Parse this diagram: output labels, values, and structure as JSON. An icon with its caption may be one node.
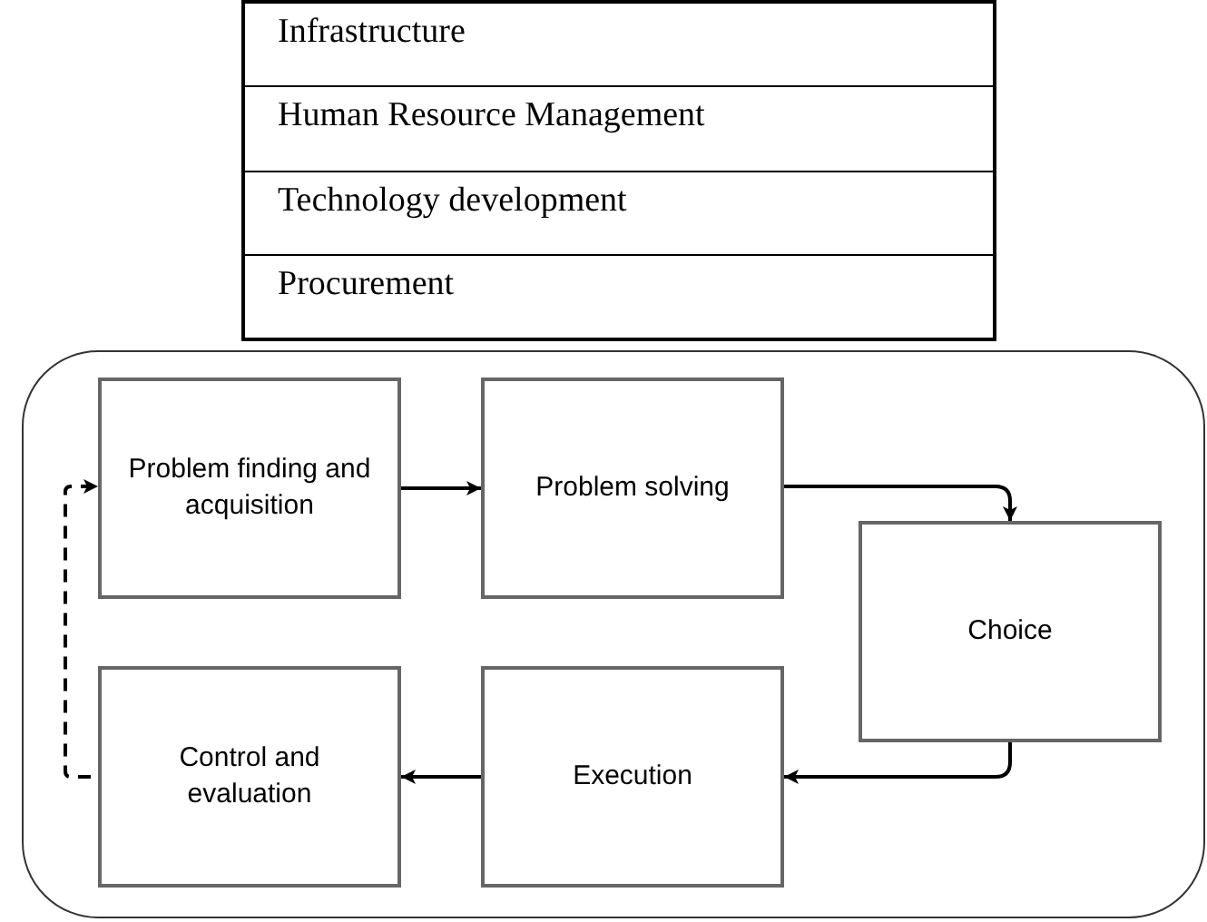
{
  "diagram": {
    "nodes": [
      {
        "text": [],
        "shape": "box"
      },
      {
        "text": [
          "Problem finding and acquisition"
        ],
        "in": 0
      },
      {
        "text": [
          "Problem solving"
        ],
        "in": 0
      },
      {
        "text": [
          "Choice"
        ],
        "in": 0
      },
      {
        "text": [
          "Control and evaluation"
        ],
        "in": 0
      },
      {
        "text": [
          "Execution"
        ],
        "in": 0
      }
    ],
    "edges": [
      {
        "from": 1,
        "to": 2,
        "arrow": "to"
      },
      {
        "from": 2,
        "to": 3,
        "arrow": "to"
      },
      {
        "from": 3,
        "to": 5,
        "arrow": "to"
      },
      {
        "from": 5,
        "to": 4,
        "arrow": "to"
      },
      {
        "from": 4,
        "to": 1,
        "arrow": "to",
        "style": "dashed"
      }
    ],
    "labels": [
      "Infrastructure",
      "Human Resource Management",
      "Technology development",
      "Procurement"
    ]
  }
}
